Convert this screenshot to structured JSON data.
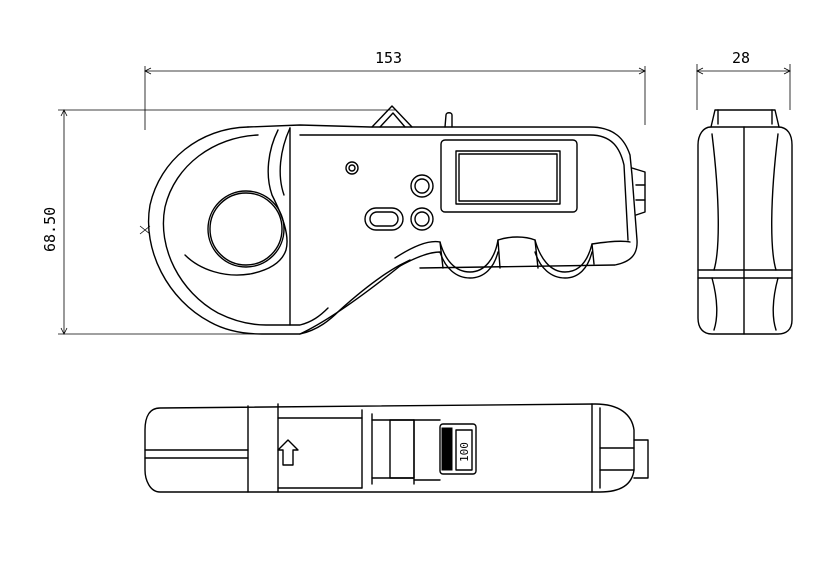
{
  "dimensions": {
    "length": "153",
    "width": "28",
    "height": "68.50"
  },
  "device": {
    "housing_label": "100"
  }
}
